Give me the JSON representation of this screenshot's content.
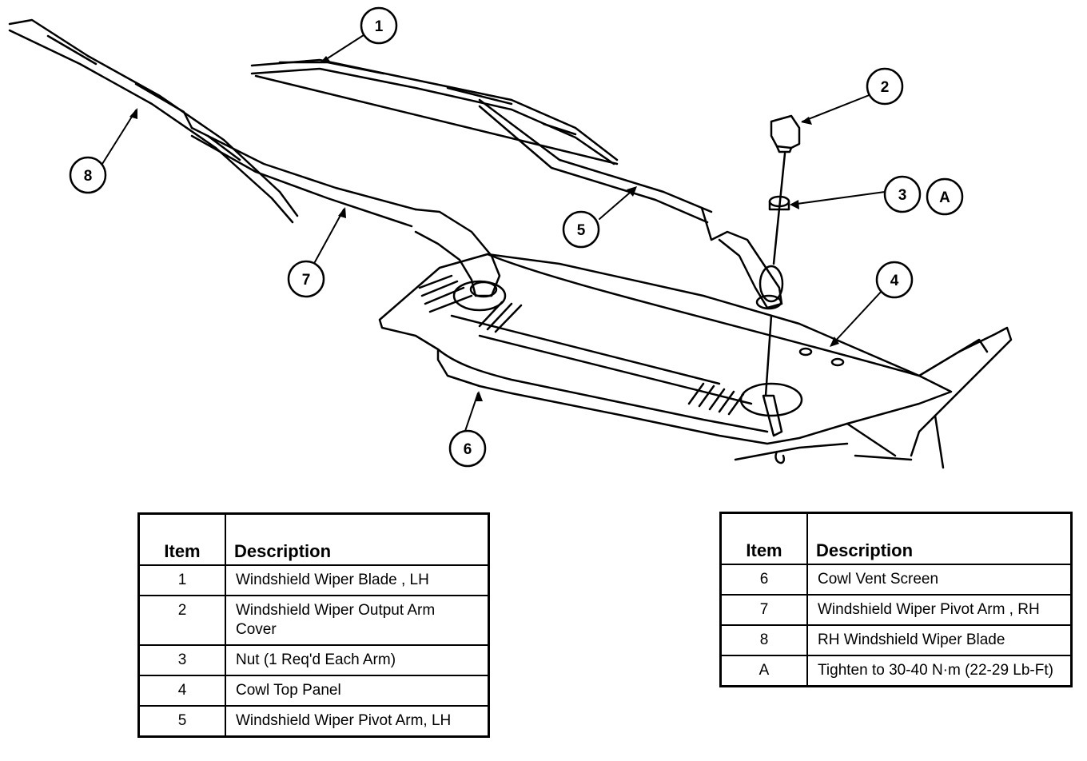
{
  "callouts": {
    "c1": "1",
    "c2": "2",
    "c3": "3",
    "cA": "A",
    "c4": "4",
    "c5": "5",
    "c6": "6",
    "c7": "7",
    "c8": "8"
  },
  "legend_left": {
    "header_item": "Item",
    "header_desc": "Description",
    "rows": [
      {
        "item": "1",
        "desc": "Windshield Wiper Blade , LH"
      },
      {
        "item": "2",
        "desc": "Windshield Wiper Output Arm Cover"
      },
      {
        "item": "3",
        "desc": "Nut (1 Req'd Each Arm)"
      },
      {
        "item": "4",
        "desc": "Cowl Top Panel"
      },
      {
        "item": "5",
        "desc": "Windshield Wiper Pivot Arm, LH"
      }
    ]
  },
  "legend_right": {
    "header_item": "Item",
    "header_desc": "Description",
    "rows": [
      {
        "item": "6",
        "desc": "Cowl Vent Screen"
      },
      {
        "item": "7",
        "desc": "Windshield Wiper Pivot Arm , RH"
      },
      {
        "item": "8",
        "desc": "RH Windshield Wiper Blade"
      },
      {
        "item": "A",
        "desc": "Tighten to 30-40 N·m (22-29 Lb-Ft)"
      }
    ]
  }
}
